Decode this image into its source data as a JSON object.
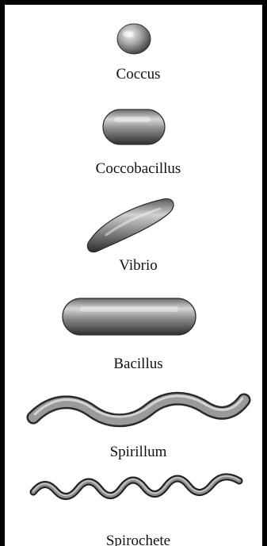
{
  "colors": {
    "frame": "#000000",
    "cell_light": "#e8e8e8",
    "cell_mid": "#8a8a8a",
    "cell_dark": "#2e2e2e",
    "label": "#111111"
  },
  "labels": {
    "coccus": "Coccus",
    "coccobacillus": "Coccobacillus",
    "vibrio": "Vibrio",
    "bacillus": "Bacillus",
    "spirillum": "Spirillum",
    "spirochete": "Spirochete"
  }
}
